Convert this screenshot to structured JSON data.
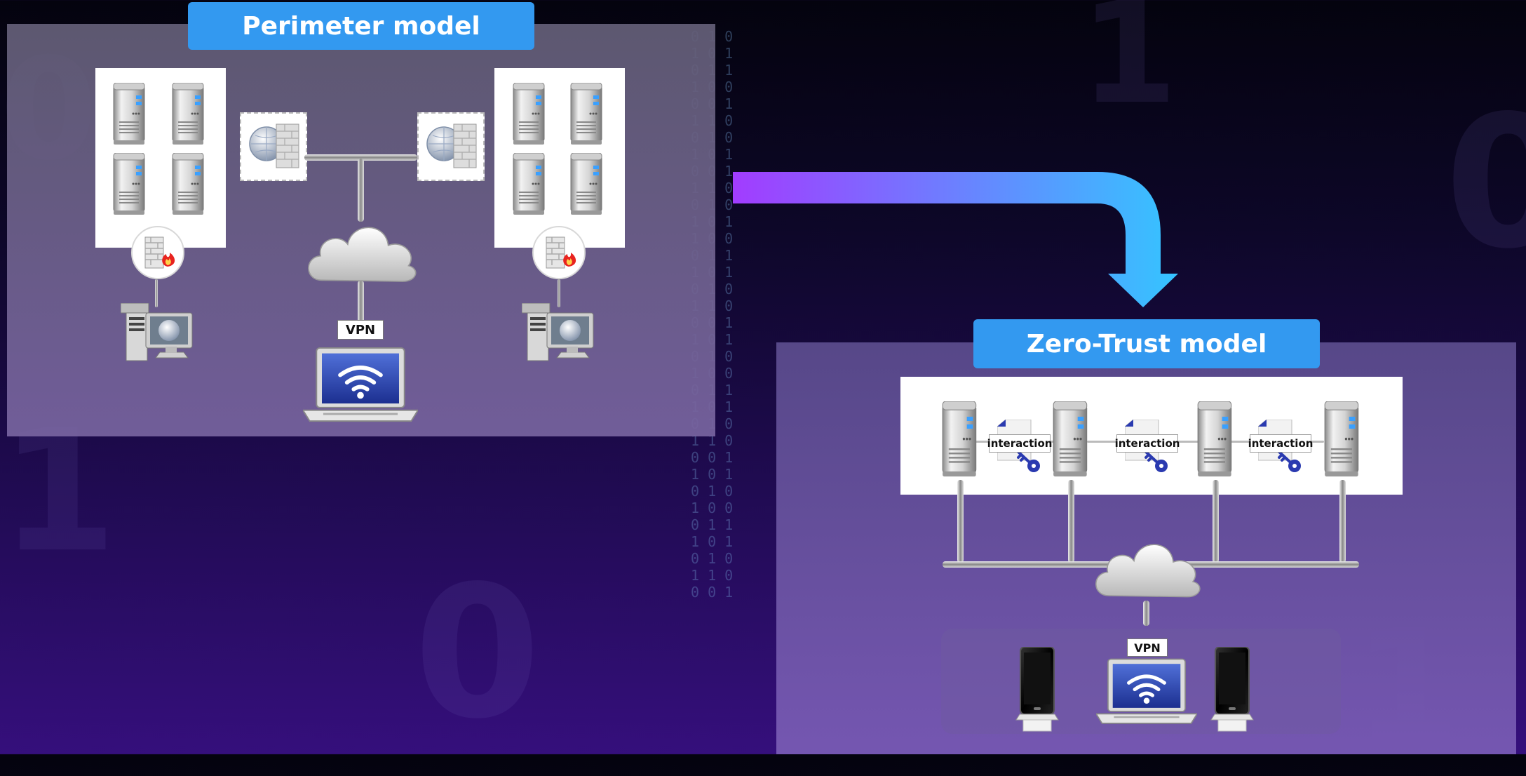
{
  "background": {
    "digits": [
      "0",
      "1",
      "0",
      "1",
      "0",
      "1"
    ]
  },
  "binary_stream": "0 1 0\n1 0 1\n0 1 1\n1 0 0\n0 0 1\n1 1 0\n0 1 0\n1 0 1\n0 0 1\n1 1 0\n0 1 0\n1 0 1\n1 0 0\n0 1 1\n1 0 1\n0 1 0\n1 1 0\n0 0 1\n1 0 1\n0 1 0\n1 0 0\n0 1 1\n1 0 1\n0 1 0\n1 1 0\n0 0 1\n1 0 1\n0 1 0\n1 0 0\n0 1 1\n1 0 1\n0 1 0\n1 1 0\n0 0 1",
  "perimeter": {
    "title": "Perimeter model",
    "vpn_label": "VPN"
  },
  "zero_trust": {
    "title": "Zero-Trust model",
    "interaction_labels": [
      "interaction",
      "interaction",
      "interaction"
    ],
    "vpn_label": "VPN"
  },
  "colors": {
    "badge": "#3399f0",
    "arrow_start": "#a23cff",
    "arrow_end": "#35c4ff"
  },
  "icons": [
    "server-icon",
    "firewall-icon",
    "flame-icon",
    "cloud-icon",
    "laptop-icon",
    "wifi-icon",
    "desktop-computer-icon",
    "globe-icon",
    "key-icon",
    "document-icon",
    "smartphone-icon"
  ]
}
